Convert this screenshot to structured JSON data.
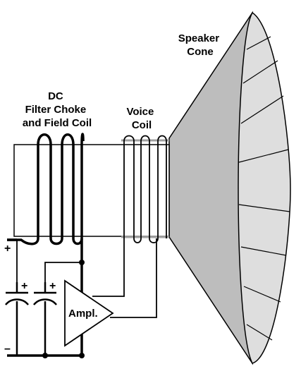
{
  "labels": {
    "speaker_cone": [
      "Speaker",
      "Cone"
    ],
    "dc_coil": [
      "DC",
      "Filter Choke",
      "and Field Coil"
    ],
    "voice_coil": [
      "Voice",
      "Coil"
    ],
    "amplifier": "Ampl.",
    "plus_terminal": "+",
    "minus_terminal": "–",
    "cap1_polarity": "+",
    "cap2_polarity": "+"
  },
  "colors": {
    "line": "#000000",
    "cone_outer": "#bdbdbd",
    "cone_inner": "#dedede",
    "magnet_fill": "#ffffff",
    "voice_former": "#a0a0a0"
  }
}
